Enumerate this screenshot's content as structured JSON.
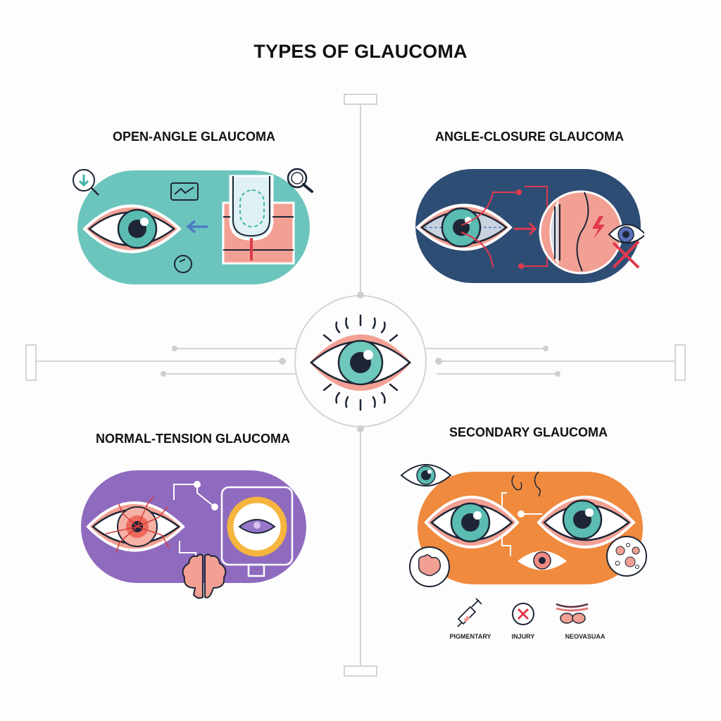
{
  "title": "TYPES OF GLAUCOMA",
  "colors": {
    "open_angle": "#6cc5bd",
    "angle_closure": "#2e4d75",
    "normal_tension": "#8e6bbf",
    "secondary": "#f08a3e",
    "iris": "#5bbcb1",
    "pupil": "#1e2636",
    "lid_pink": "#f2a093",
    "connector_gray": "#d3d3d3",
    "alert_red": "#e0394b"
  },
  "sections": [
    {
      "id": "open-angle",
      "title": "OPEN-ANGLE GLAUCOMA",
      "icons": [
        "download-arrow-icon",
        "magnifier-icon",
        "chart-monitor-icon",
        "gauge-icon",
        "drainage-channel-icon",
        "arrow-left-icon",
        "eye-icon"
      ]
    },
    {
      "id": "angle-closure",
      "title": "ANGLE-CLOSURE GLAUCOMA",
      "icons": [
        "eye-icon",
        "arrow-right-icon",
        "lens-cross-section-icon",
        "lightning-icon",
        "eye-blocked-icon"
      ]
    },
    {
      "id": "normal-tension",
      "title": "NORMAL-TENSION GLAUCOMA",
      "icons": [
        "bloodshot-eye-icon",
        "scanner-eye-icon",
        "brain-icon"
      ]
    },
    {
      "id": "secondary",
      "title": "SECONDARY GLAUCOMA",
      "icons": [
        "eye-icon",
        "face-icon",
        "tissue-icon",
        "cells-icon"
      ]
    }
  ],
  "secondary_causes": [
    {
      "icon": "syringe-icon",
      "label": "PIGMENTARY"
    },
    {
      "icon": "x-circle-icon",
      "label": "INJURY"
    },
    {
      "icon": "vessels-icon",
      "label": "NEOVASUAA"
    }
  ]
}
